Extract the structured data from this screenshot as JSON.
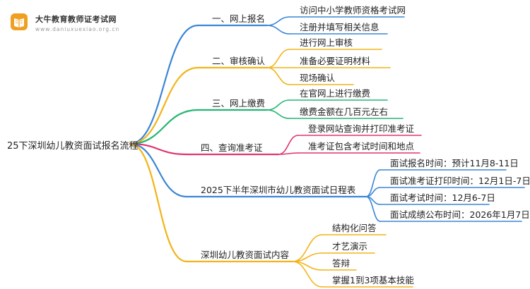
{
  "logo": {
    "title": "大牛教育教师证考试网",
    "url": "www.daniuxuexiao.org.cn",
    "colors": {
      "badge": "#f0a020",
      "badge_inner": "#ffffff"
    }
  },
  "root": {
    "label": "25下深圳幼儿教资面试报名流程"
  },
  "branches": [
    {
      "label": "一、网上报名",
      "color": "#3a86d6",
      "children": [
        "访问中小学教师资格考试网",
        "注册并填写相关信息"
      ]
    },
    {
      "label": "二、审核确认",
      "color": "#f2b418",
      "children": [
        "进行网上审核",
        "准备必要证明材料",
        "现场确认"
      ]
    },
    {
      "label": "三、网上缴费",
      "color": "#25b573",
      "children": [
        "在官网上进行缴费",
        "缴费金额在几百元左右"
      ]
    },
    {
      "label": "四、查询准考证",
      "color": "#e0336f",
      "children": [
        "登录网站查询并打印准考证",
        "准考证包含考试时间和地点"
      ]
    },
    {
      "label": "2025下半年深圳市幼儿教资面试日程表",
      "color": "#3a86d6",
      "children": [
        "面试报名时间：预计11月8-11日",
        "面试准考证打印时间：12月1日-7日",
        "面试考试时间：12月6-7日",
        "面试成绩公布时间：2026年1月7日"
      ]
    },
    {
      "label": "深圳幼儿教资面试内容",
      "color": "#f2b418",
      "children": [
        "结构化问答",
        "才艺演示",
        "答辩",
        "掌握1到3项基本技能"
      ]
    }
  ]
}
